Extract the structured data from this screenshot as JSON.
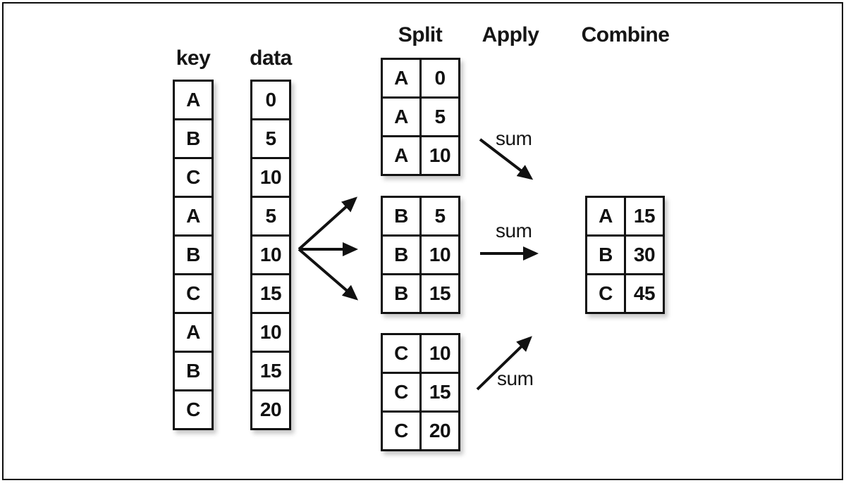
{
  "diagram": {
    "title_stages": {
      "split": "Split",
      "apply": "Apply",
      "combine": "Combine"
    },
    "input": {
      "key_header": "key",
      "data_header": "data",
      "key_cells": [
        "A",
        "B",
        "C",
        "A",
        "B",
        "C",
        "A",
        "B",
        "C"
      ],
      "data_cells": [
        "0",
        "5",
        "10",
        "5",
        "10",
        "15",
        "10",
        "15",
        "20"
      ]
    },
    "split_tables": {
      "group_a": {
        "rows": [
          [
            "A",
            "0"
          ],
          [
            "A",
            "5"
          ],
          [
            "A",
            "10"
          ]
        ]
      },
      "group_b": {
        "rows": [
          [
            "B",
            "5"
          ],
          [
            "B",
            "10"
          ],
          [
            "B",
            "15"
          ]
        ]
      },
      "group_c": {
        "rows": [
          [
            "C",
            "10"
          ],
          [
            "C",
            "15"
          ],
          [
            "C",
            "20"
          ]
        ]
      }
    },
    "apply": {
      "operation_labels": [
        "sum",
        "sum",
        "sum"
      ]
    },
    "combine_table": {
      "rows": [
        [
          "A",
          "15"
        ],
        [
          "B",
          "30"
        ],
        [
          "C",
          "45"
        ]
      ]
    },
    "colors": {
      "ink": "#111111",
      "background": "#ffffff"
    }
  }
}
